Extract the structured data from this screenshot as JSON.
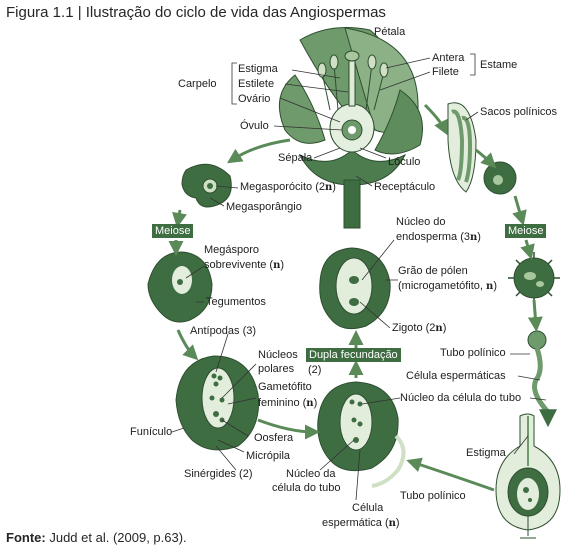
{
  "figure": {
    "title": "Figura 1.1 | Ilustração do ciclo de vida das Angiospermas",
    "source_label": "Fonte:",
    "source_text": "Judd et al. (2009, p.63)."
  },
  "labels": {
    "petala": "Pétala",
    "antera": "Antera",
    "filete": "Filete",
    "estame": "Estame",
    "estigma_flor": "Estigma",
    "estilete": "Estilete",
    "ovario": "Ovário",
    "carpelo": "Carpelo",
    "sacos_polinicos": "Sacos polínicos",
    "ovulo": "Óvulo",
    "sepala": "Sépala",
    "loculo": "Lóculo",
    "receptaculo": "Receptáculo",
    "megasporocito_text": "Megasporócito (2",
    "megasporocito_n": "n",
    "megasporocito_close": ")",
    "megasporangio": "Megasporângio",
    "megasporo_line1": "Megásporo",
    "megasporo_line2_text": "sobrevivente (",
    "megasporo_line2_n": "n",
    "megasporo_line2_close": ")",
    "tegumentos": "Tegumentos",
    "antipodas": "Antípodas (3)",
    "nucleos_polares_1": "Núcleos",
    "nucleos_polares_2": "polares",
    "nucleos_polares_3": "(2)",
    "gametofito_1": "Gametófito",
    "gametofito_2_text": "feminino (",
    "gametofito_2_n": "n",
    "gametofito_2_close": ")",
    "funiculo": "Funículo",
    "oosfera": "Oosfera",
    "micropila": "Micrópila",
    "sinergides": "Sinérgides (2)",
    "nucleo_celula_tubo_a_1": "Núcleo da",
    "nucleo_celula_tubo_a_2": "célula do tubo",
    "celula_espermatica_a_1": "Célula",
    "celula_espermatica_a_2_text": "espermática (",
    "celula_espermatica_a_2_n": "n",
    "celula_espermatica_a_2_close": ")",
    "tubo_polinico_a": "Tubo polínico",
    "nucleo_endosperma_1": "Núcleo do",
    "nucleo_endosperma_2_text": "endosperma (3",
    "nucleo_endosperma_2_n": "n",
    "nucleo_endosperma_2_close": ")",
    "grao_polen_1": "Grão de pólen",
    "grao_polen_2_text": "(microgametófito, ",
    "grao_polen_2_n": "n",
    "grao_polen_2_close": ")",
    "zigoto_text": "Zigoto (2",
    "zigoto_n": "n",
    "zigoto_close": ")",
    "tubo_polinico_b": "Tubo polínico",
    "celula_espermaticas": "Célula espermáticas",
    "nucleo_celula_tubo_b": "Núcleo da célula do tubo",
    "estigma_b": "Estigma"
  },
  "badges": {
    "meiose_left": "Meiose",
    "meiose_right": "Meiose",
    "dupla_fecundacao": "Dupla fecundação"
  },
  "colors": {
    "tissue_dark": "#3f6d42",
    "tissue_mid": "#6f9a6c",
    "tissue_light": "#cfe0c4",
    "badge_bg": "#3f6d42",
    "arrow": "#5a8a58"
  }
}
